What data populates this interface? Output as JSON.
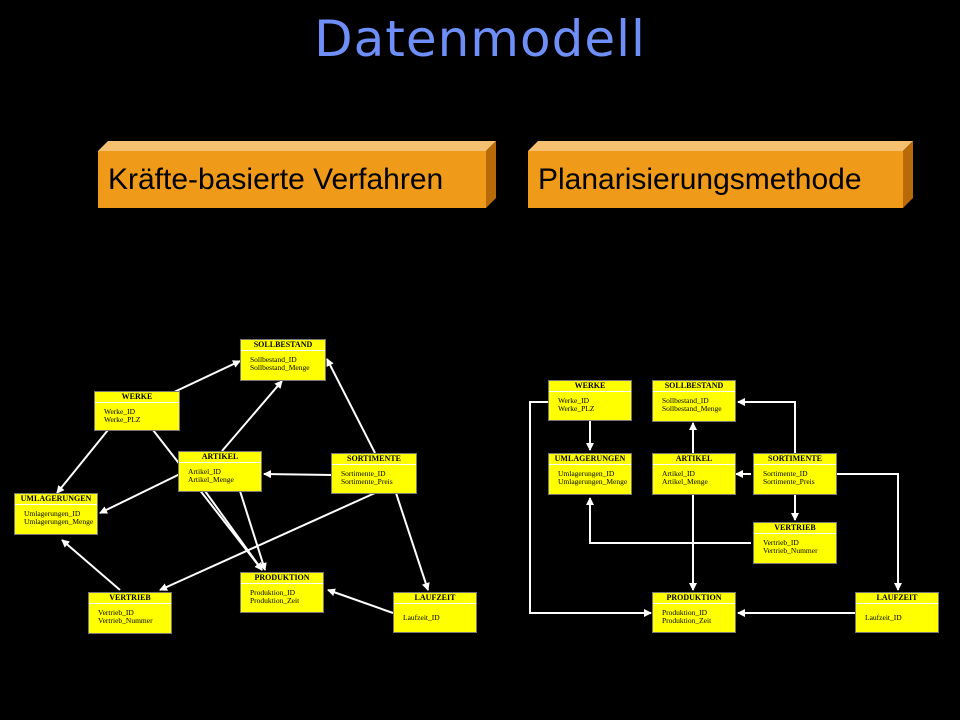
{
  "title": "Datenmodell",
  "banners": {
    "left": "Kräfte-basierte Verfahren",
    "right": "Planarisierungsmethode"
  },
  "colors": {
    "title": "#6f8ff8",
    "banner": "#f09a1a",
    "entity": "#ffff00",
    "lines": "#ffffff",
    "background": "#000000"
  },
  "entities": {
    "sollbestand": {
      "name": "SOLLBESTAND",
      "attrs": [
        "Sollbestand_ID",
        "Sollbestand_Menge"
      ]
    },
    "werke": {
      "name": "WERKE",
      "attrs": [
        "Werke_ID",
        "Werke_PLZ"
      ]
    },
    "artikel": {
      "name": "ARTIKEL",
      "attrs": [
        "Artikel_ID",
        "Artikel_Menge"
      ]
    },
    "sortimente": {
      "name": "SORTIMENTE",
      "attrs": [
        "Sortimente_ID",
        "Sortimente_Preis"
      ]
    },
    "umlagerungen": {
      "name": "UMLAGERUNGEN",
      "attrs": [
        "Umlagerungen_ID",
        "Umlagerungen_Menge"
      ]
    },
    "produktion": {
      "name": "PRODUKTION",
      "attrs": [
        "Produktion_ID",
        "Produktion_Zeit"
      ]
    },
    "vertrieb": {
      "name": "VERTRIEB",
      "attrs": [
        "Vertrieb_ID",
        "Vertrieb_Nummer"
      ]
    },
    "laufzeit": {
      "name": "LAUFZEIT",
      "attrs": [
        "Laufzeit_ID"
      ]
    }
  }
}
